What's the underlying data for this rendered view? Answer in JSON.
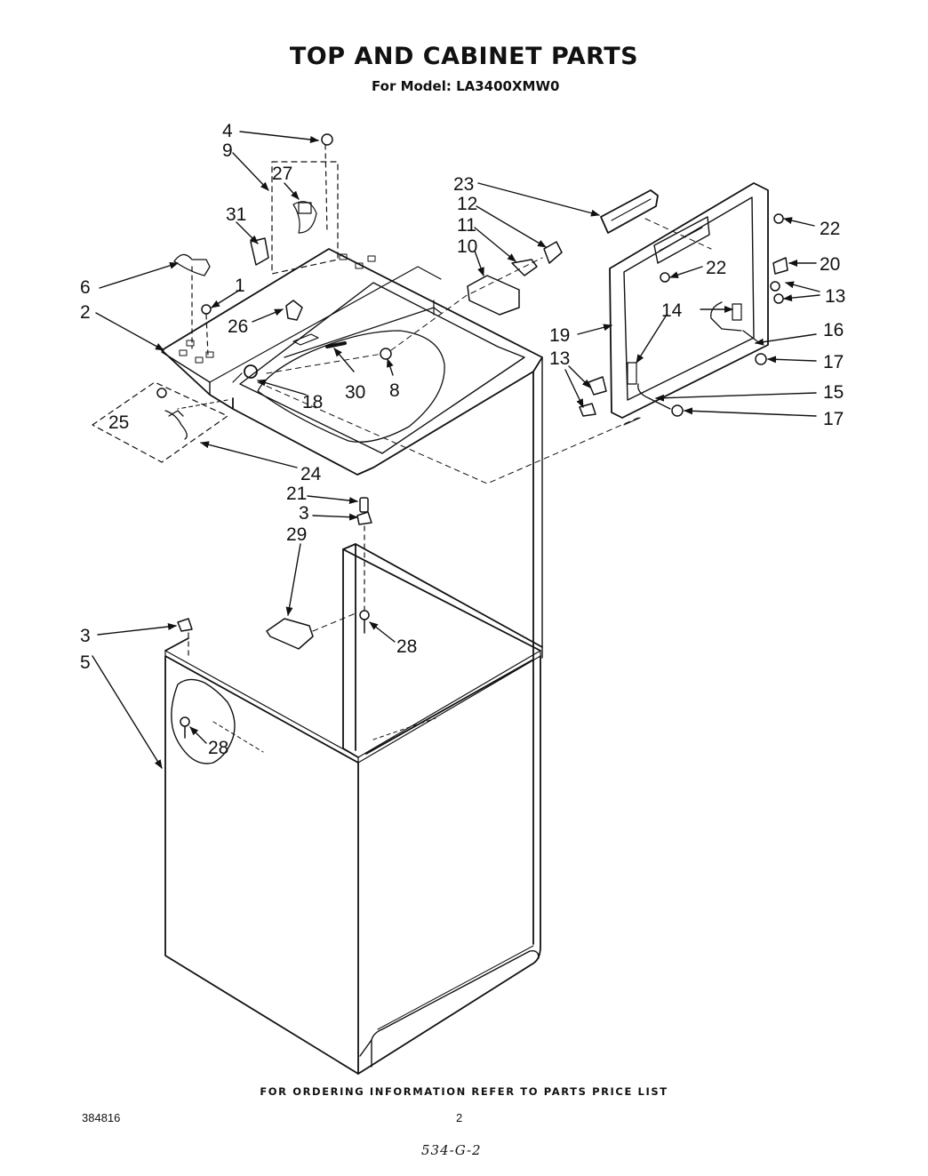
{
  "header": {
    "title": "TOP AND CABINET PARTS",
    "subtitle": "For Model: LA3400XMW0"
  },
  "callouts": {
    "c1": "1",
    "c2": "2",
    "c3a": "3",
    "c3b": "3",
    "c4": "4",
    "c5": "5",
    "c6": "6",
    "c8": "8",
    "c9": "9",
    "c10": "10",
    "c11": "11",
    "c12": "12",
    "c13a": "13",
    "c13b": "13",
    "c14": "14",
    "c15": "15",
    "c16": "16",
    "c17a": "17",
    "c17b": "17",
    "c18": "18",
    "c19": "19",
    "c20": "20",
    "c21": "21",
    "c22a": "22",
    "c22b": "22",
    "c23": "23",
    "c24": "24",
    "c25": "25",
    "c26": "26",
    "c27": "27",
    "c28a": "28",
    "c28b": "28",
    "c29": "29",
    "c30": "30",
    "c31": "31"
  },
  "footer": {
    "ordering_note": "FOR ORDERING INFORMATION REFER TO PARTS PRICE LIST",
    "doc_number": "384816",
    "page_number": "2",
    "handwritten_note": "534-G-2"
  },
  "colors": {
    "ink": "#111111",
    "paper": "#ffffff"
  }
}
